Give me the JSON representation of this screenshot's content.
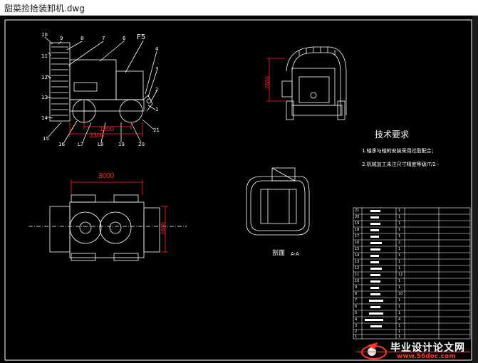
{
  "window": {
    "title": "甜菜捡拾装卸机.dwg"
  },
  "drawing": {
    "part_labels_top": [
      "10",
      "9",
      "8",
      "7",
      "6",
      "F5",
      "4"
    ],
    "part_labels_left": [
      "11",
      "12",
      "13",
      "14",
      "15"
    ],
    "part_labels_right": [
      "3",
      "2",
      "1",
      "21"
    ],
    "part_labels_bottom": [
      "16",
      "L7",
      "L8",
      "19",
      "20"
    ],
    "dims_front": [
      "1800",
      "2300"
    ],
    "dim_plan_width": "3000",
    "dim_plan_height": "1600",
    "dim_side_height": "2600",
    "section_label": "剖面",
    "section_mark": "A-A"
  },
  "tech_requirements": {
    "title": "技术要求",
    "items": [
      "1.轴承与轴的安装采用过盈配合；",
      "2.机械加工未注尺寸精度等级IT/2 -"
    ]
  },
  "parts_table": {
    "row_numbers": [
      "21",
      "20",
      "19",
      "18",
      "17",
      "16",
      "15",
      "14",
      "13",
      "12",
      "11",
      "10",
      "9",
      "8",
      "7",
      "6",
      "5",
      "4",
      "3",
      "2",
      "1"
    ],
    "quantities": [
      "1",
      "1",
      "1",
      "1",
      "1",
      "2",
      "1",
      "1",
      "1",
      "1",
      "12",
      "1",
      "1",
      "10",
      "1",
      "1",
      "1",
      "4",
      "1",
      "1",
      "1"
    ]
  },
  "watermark": {
    "text": "毕业设计论文网",
    "url": "www.56doc.com"
  },
  "colors": {
    "background": "#000000",
    "line": "#ffffff",
    "dimension": "#ff2a2a",
    "watermark_url": "#ff3a2a"
  }
}
